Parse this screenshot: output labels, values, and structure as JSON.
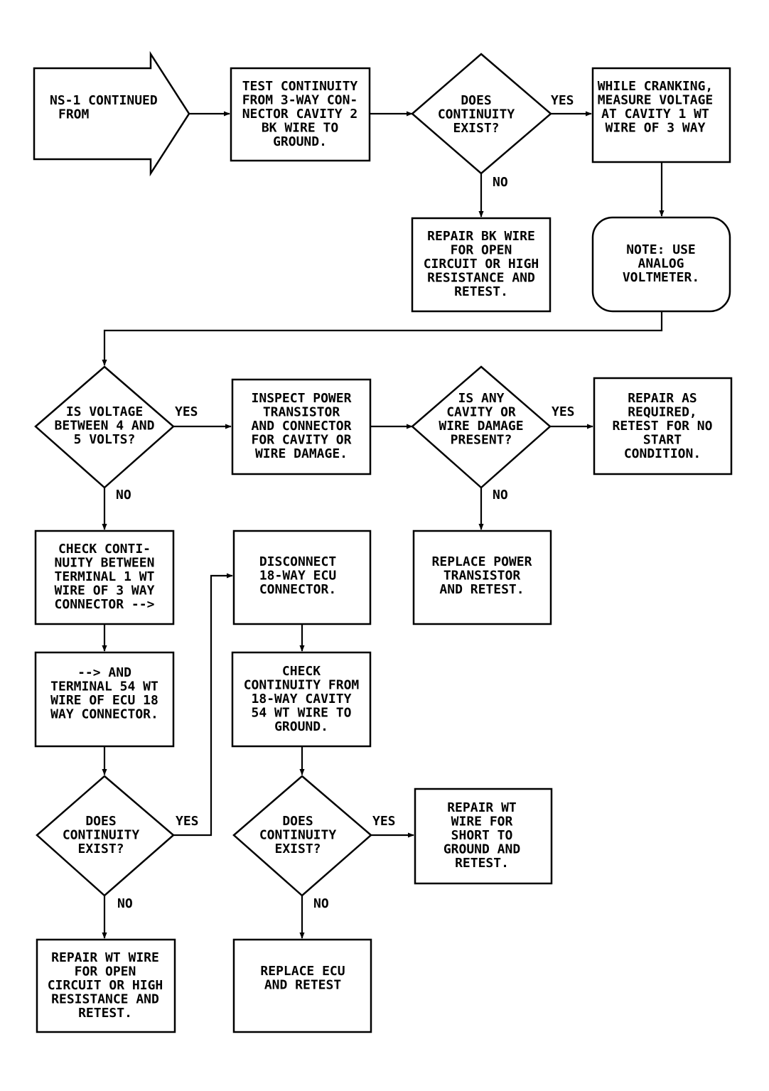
{
  "colors": {
    "ink": "#000000",
    "paper": "#ffffff"
  },
  "nodes": {
    "start": {
      "lines": [
        "NS-1 CONTINUED",
        "FROM"
      ]
    },
    "n1": {
      "lines": [
        "TEST CONTINUITY",
        "FROM 3-WAY CON-",
        "NECTOR CAVITY 2",
        "BK WIRE TO",
        "GROUND."
      ]
    },
    "d1": {
      "lines": [
        "DOES",
        "CONTINUITY",
        "EXIST?"
      ]
    },
    "n2": {
      "lines": [
        "WHILE CRANKING,",
        "MEASURE VOLTAGE",
        "AT CAVITY 1 WT",
        "WIRE OF 3 WAY"
      ]
    },
    "n3": {
      "lines": [
        "REPAIR BK WIRE",
        "FOR OPEN",
        "CIRCUIT OR HIGH",
        "RESISTANCE AND",
        "RETEST."
      ]
    },
    "note": {
      "lines": [
        "NOTE: USE",
        "ANALOG",
        "VOLTMETER."
      ]
    },
    "d2": {
      "lines": [
        "IS VOLTAGE",
        "BETWEEN 4 AND",
        "5 VOLTS?"
      ]
    },
    "n4": {
      "lines": [
        "INSPECT POWER",
        "TRANSISTOR",
        "AND CONNECTOR",
        "FOR CAVITY OR",
        "WIRE DAMAGE."
      ]
    },
    "d3": {
      "lines": [
        "IS ANY",
        "CAVITY OR",
        "WIRE DAMAGE",
        "PRESENT?"
      ]
    },
    "n5": {
      "lines": [
        "REPAIR AS",
        "REQUIRED,",
        "RETEST FOR NO",
        "START",
        "CONDITION."
      ]
    },
    "n6": {
      "lines": [
        "CHECK CONTI-",
        "NUITY BETWEEN",
        "TERMINAL 1 WT",
        "WIRE OF 3 WAY",
        "CONNECTOR -->"
      ]
    },
    "n7": {
      "lines": [
        "DISCONNECT",
        "18-WAY ECU",
        "CONNECTOR."
      ]
    },
    "n8": {
      "lines": [
        "REPLACE POWER",
        "TRANSISTOR",
        "AND RETEST."
      ]
    },
    "n9": {
      "lines": [
        "--> AND",
        "TERMINAL 54 WT",
        "WIRE OF ECU 18",
        "WAY CONNECTOR."
      ]
    },
    "n10": {
      "lines": [
        "CHECK",
        "CONTINUITY FROM",
        "18-WAY CAVITY",
        "54 WT WIRE TO",
        "GROUND."
      ]
    },
    "d4": {
      "lines": [
        "DOES",
        "CONTINUITY",
        "EXIST?"
      ]
    },
    "d5": {
      "lines": [
        "DOES",
        "CONTINUITY",
        "EXIST?"
      ]
    },
    "n11": {
      "lines": [
        "REPAIR WT",
        "WIRE FOR",
        "SHORT TO",
        "GROUND AND",
        "RETEST."
      ]
    },
    "n12": {
      "lines": [
        "REPAIR WT WIRE",
        "FOR OPEN",
        "CIRCUIT OR HIGH",
        "RESISTANCE AND",
        "RETEST."
      ]
    },
    "n13": {
      "lines": [
        "REPLACE ECU",
        "AND RETEST"
      ]
    }
  },
  "edge_labels": {
    "d1_yes": "YES",
    "d1_no": "NO",
    "d2_yes": "YES",
    "d2_no": "NO",
    "d3_yes": "YES",
    "d3_no": "NO",
    "d4_yes": "YES",
    "d4_no": "NO",
    "d5_yes": "YES",
    "d5_no": "NO"
  }
}
